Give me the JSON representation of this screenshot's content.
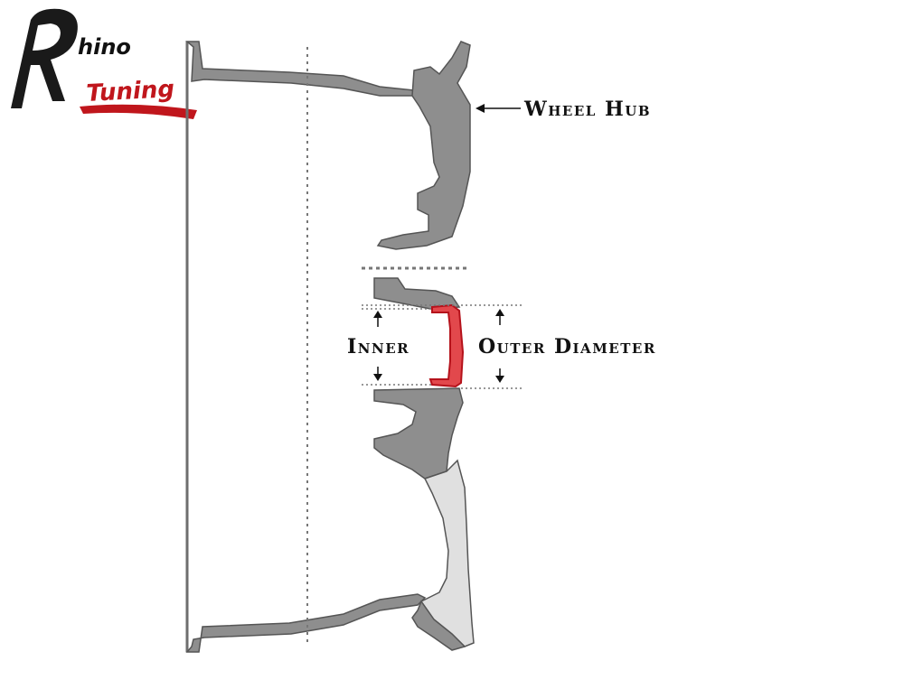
{
  "logo": {
    "line1": "hino",
    "line2": "Tuning",
    "initial": "R",
    "text_color": "#111111",
    "accent_color": "#c0161c"
  },
  "labels": {
    "wheel_hub": "Wheel Hub",
    "inner": "Inner",
    "outer_diameter": "Outer Diameter"
  },
  "colors": {
    "metal": "#8e8e8e",
    "outline": "#555555",
    "ring_fill": "#e2484c",
    "ring_stroke": "#b5121b",
    "spoke": "#e0e0e0",
    "dots": "#777777"
  }
}
